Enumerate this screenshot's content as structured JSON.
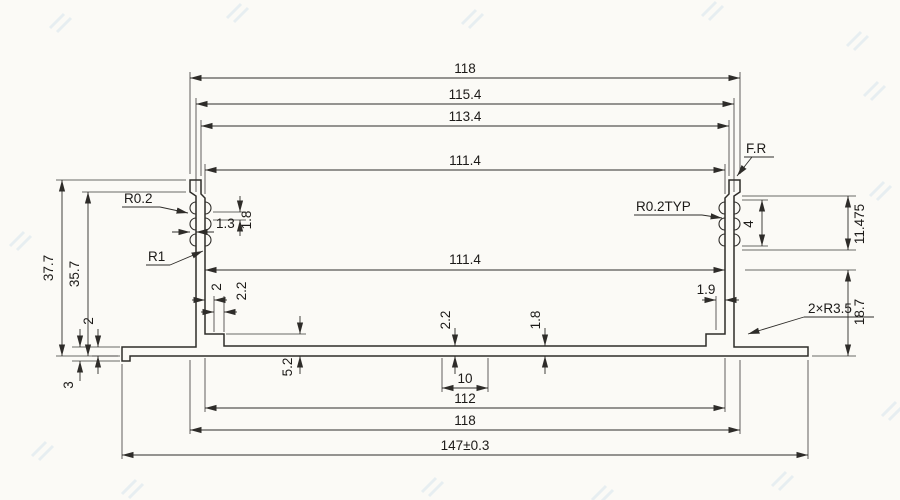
{
  "drawing": {
    "type": "technical-cross-section",
    "ink_color": "#2e2c29",
    "paper_color": "#fbfaf6",
    "watermark_color": "#6fa8d2"
  },
  "dims": {
    "w118_top": "118",
    "w115_4": "115.4",
    "w113_4": "113.4",
    "w111_4_top": "111.4",
    "w111_4_mid": "111.4",
    "w112": "112",
    "w118_bot": "118",
    "w147": "147±0.3",
    "w10": "10",
    "h37_7": "37.7",
    "h35_7": "35.7",
    "h4": "4",
    "h11_475": "11.475",
    "h18_7": "18.7",
    "t2_flange": "2",
    "t3_flange": "3",
    "t1_3": "1.3",
    "t2_step": "2",
    "t2_2_step": "2.2",
    "t1_9_step": "1.9",
    "t2_2_floor": "2.2",
    "t1_8_floor": "1.8",
    "t5_2": "5.2",
    "t1_8_serr": "1.8"
  },
  "callouts": {
    "r0_2": "R0.2",
    "r1": "R1",
    "r0_2_typ": "R0.2TYP",
    "full_radius": "F.R",
    "corner_radius": "2×R3.5"
  }
}
